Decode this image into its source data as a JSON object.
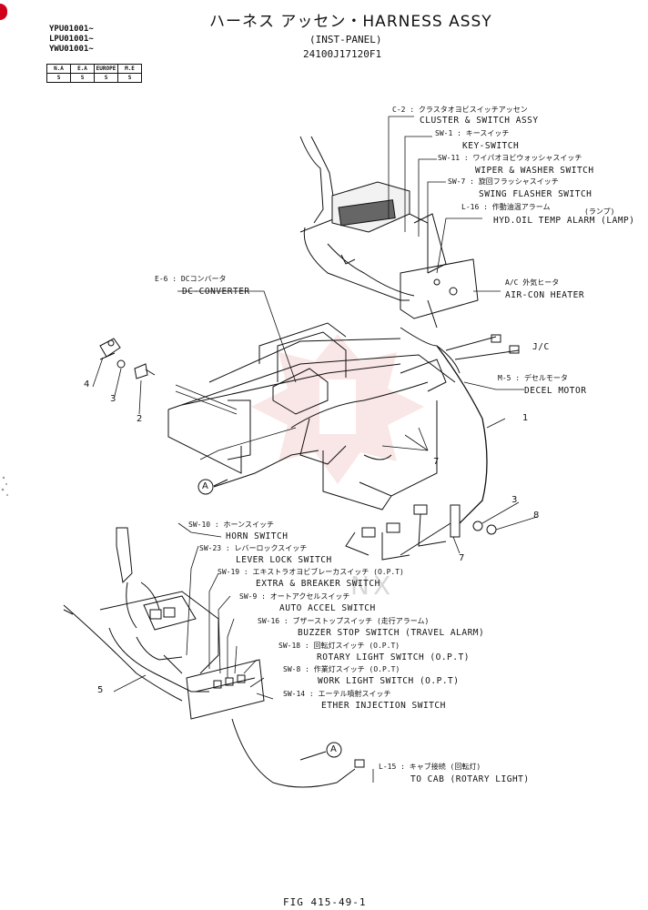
{
  "header": {
    "title": "ハーネス アッセン・HARNESS ASSY",
    "subtitle": "(INST-PANEL)",
    "part_number": "24100J17120F1",
    "models": [
      "YPU01001~",
      "LPU01001~",
      "YWU01001~"
    ],
    "config_table": {
      "headers": [
        "N.A",
        "E.A",
        "EUROPE",
        "M.E"
      ],
      "values": [
        "S",
        "S",
        "S",
        "S"
      ]
    }
  },
  "labels": {
    "c2": {
      "code": "C-2 :",
      "jp": "クラスタオヨビスイッチアッセン",
      "en": "CLUSTER & SWITCH ASSY"
    },
    "sw1": {
      "code": "SW-1 :",
      "jp": "キースイッチ",
      "en": "KEY-SWITCH"
    },
    "sw11": {
      "code": "SW-11 :",
      "jp": "ワイパオヨビウォッシャスイッチ",
      "en": "WIPER & WASHER SWITCH"
    },
    "sw7": {
      "code": "SW-7 :",
      "jp": "旋回フラッシャスイッチ",
      "en": "SWING FLASHER SWITCH"
    },
    "l16": {
      "code": "L-16 :",
      "jp": "作動油温アラーム",
      "jp2": "(ランプ)",
      "en": "HYD.OIL TEMP ALARM (LAMP)"
    },
    "ac": {
      "code": "A/C",
      "jp": "外気ヒータ",
      "en": "AIR-CON HEATER"
    },
    "jc": {
      "code": "J/C"
    },
    "m5": {
      "code": "M-5 :",
      "jp": "デセルモータ",
      "en": "DECEL MOTOR"
    },
    "e6": {
      "code": "E-6 :",
      "jp": "DCコンバータ",
      "en": "DC-CONVERTER"
    },
    "sw10": {
      "code": "SW-10 :",
      "jp": "ホーンスイッチ",
      "en": "HORN SWITCH"
    },
    "sw23": {
      "code": "SW-23 :",
      "jp": "レバーロックスイッチ",
      "en": "LEVER LOCK SWITCH"
    },
    "sw19": {
      "code": "SW-19 :",
      "jp": "エキストラオヨビブレーカスイッチ (O.P.T)",
      "en": "EXTRA & BREAKER SWITCH"
    },
    "sw9": {
      "code": "SW-9 :",
      "jp": "オートアクセルスイッチ",
      "en": "AUTO ACCEL SWITCH"
    },
    "sw16": {
      "code": "SW-16 :",
      "jp": "ブザーストップスイッチ (走行アラーム)",
      "en": "BUZZER STOP SWITCH (TRAVEL ALARM)"
    },
    "sw18": {
      "code": "SW-18 :",
      "jp": "回転灯スイッチ (O.P.T)",
      "en": "ROTARY LIGHT SWITCH (O.P.T)"
    },
    "sw8": {
      "code": "SW-8 :",
      "jp": "作業灯スイッチ (O.P.T)",
      "en": "WORK LIGHT SWITCH (O.P.T)"
    },
    "sw14": {
      "code": "SW-14 :",
      "jp": "エーテル噴射スイッチ",
      "en": "ETHER INJECTION SWITCH"
    },
    "l15": {
      "code": "L-15 :",
      "jp": "キャブ接続 (回転灯)",
      "en": "TO CAB (ROTARY LIGHT)"
    }
  },
  "callouts": {
    "n1": "1",
    "n2": "2",
    "n3a": "3",
    "n3b": "3",
    "n4": "4",
    "n5": "5",
    "n7a": "7",
    "n7b": "7",
    "n8": "8",
    "refA1": "A",
    "refA2": "A"
  },
  "watermark_text": "NX",
  "footer": {
    "figure": "FIG 415-49-1"
  },
  "colors": {
    "ink": "#111111",
    "watermark": "#e8a0a0",
    "badge": "#d1001b"
  }
}
